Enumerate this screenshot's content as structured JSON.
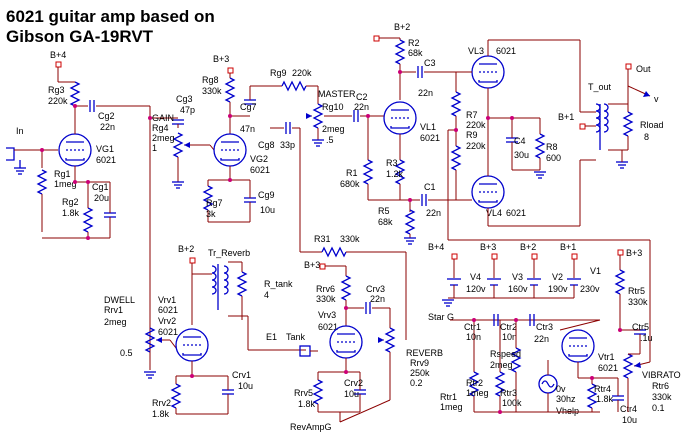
{
  "title": {
    "line1": "6021 guitar amp based on",
    "line2": "Gibson GA-19RVT"
  },
  "labels": {
    "in": "In",
    "out": "Out",
    "v": "v",
    "t_out": "T_out",
    "rload": "Rload",
    "rload_v": "8",
    "b4a": "B+4",
    "b3a": "B+3",
    "b2a": "B+2",
    "b1a": "B+1",
    "rg3": "Rg3",
    "rg3v": "220k",
    "cg2": "Cg2",
    "cg2v": "22n",
    "rg1": "Rg1",
    "rg1v": "1meg",
    "rg2": "Rg2",
    "rg2v": "1.8k",
    "cg1": "Cg1",
    "cg1v": "20u",
    "vg1": "VG1",
    "vg1t": "6021",
    "rg8": "Rg8",
    "rg8v": "330k",
    "cg3": "Cg3",
    "cg3v": "47p",
    "cg7": "Cg7",
    "cg7v": "47n",
    "gain": "GAIN",
    "rg4": "Rg4",
    "rg4v": "2meg",
    "rg4k": "1",
    "vg2": "VG2",
    "vg2t": "6021",
    "rg7": "Rg7",
    "rg7v": "3k",
    "cg9": "Cg9",
    "cg9v": "10u",
    "rg9": "Rg9",
    "rg9v": "220k",
    "master": "MASTER",
    "rg10": "Rg10",
    "rg10v": "2meg",
    "rg10k": ".5",
    "cg8": "Cg8",
    "cg8v": "33p",
    "c2": "C2",
    "c2v": "22n",
    "r2": "R2",
    "r2v": "68k",
    "c3": "C3",
    "c3v": "22n",
    "vl1": "VL1",
    "vl1t": "6021",
    "r1": "R1",
    "r1v": "680k",
    "r3": "R3",
    "r3v": "1.2k",
    "c1": "C1",
    "c1v": "22n",
    "r5": "R5",
    "r5v": "68k",
    "vl3": "VL3",
    "vl3t": "6021",
    "r7": "R7",
    "r7v": "220k",
    "r9": "R9",
    "r9v": "220k",
    "c4": "C4",
    "c4v": "30u",
    "r8": "R8",
    "r8v": "600",
    "vl4": "VL4",
    "vl4t": "6021",
    "r31": "R31",
    "r31v": "330k",
    "tr_reverb": "Tr_Reverb",
    "r_tank": "R_tank",
    "r_tank_v": "4",
    "dwell": "DWELL",
    "rrv1": "Rrv1",
    "rrv1v": "2meg",
    "rrv1k": "0.5",
    "vrv1": "Vrv1",
    "vrv1t": "6021",
    "vrv2": "Vrv2",
    "vrv2t": "6021",
    "crv1": "Crv1",
    "crv1v": "10u",
    "rrv2": "Rrv2",
    "rrv2v": "1.8k",
    "e1": "E1",
    "tank": "Tank",
    "rrv6": "Rrv6",
    "rrv6v": "330k",
    "crv3": "Crv3",
    "crv3v": "22n",
    "vrv3": "Vrv3",
    "vrv3t": "6021",
    "reverb": "REVERB",
    "rrv9": "Rrv9",
    "rrv9v": "250k",
    "rrv9k": "0.2",
    "crv2": "Crv2",
    "crv2v": "10u",
    "rrv5": "Rrv5",
    "rrv5v": "1.8k",
    "revampg": "RevAmpG",
    "v4": "V4",
    "v4v": "120v",
    "v3": "V3",
    "v3v": "160v",
    "v2": "V2",
    "v2v": "190v",
    "v1": "V1",
    "v1v": "230v",
    "starg": "Star G",
    "ctr1": "Ctr1",
    "ctr1v": "10n",
    "ctr2": "Ctr2",
    "ctr2v": "10n",
    "ctr3": "Ctr3",
    "ctr3v": "22n",
    "rtr5": "Rtr5",
    "rtr5v": "330k",
    "ctr5": "Ctr5",
    "ctr5v": ".1u",
    "rspeed": "Rspeed",
    "rspeedv": "2meg",
    "rtr1": "Rtr1",
    "rtr1v": "1meg",
    "rtr2": "Rtr2",
    "rtr2v": "1meg",
    "rtr3": "Rtr3",
    "rtr3v": "100k",
    "vhelp_v": "0v",
    "vhelp_f": "30hz",
    "vhelp": "Vhelp",
    "vtr1": "Vtr1",
    "vtr1t": "6021",
    "rtr4": "Rtr4",
    "rtr4v": "1.8k",
    "ctr4": "Ctr4",
    "ctr4v": "10u",
    "vibrato": "VIBRATO",
    "rtr6": "Rtr6",
    "rtr6v": "330k",
    "rtr6k": "0.1"
  }
}
